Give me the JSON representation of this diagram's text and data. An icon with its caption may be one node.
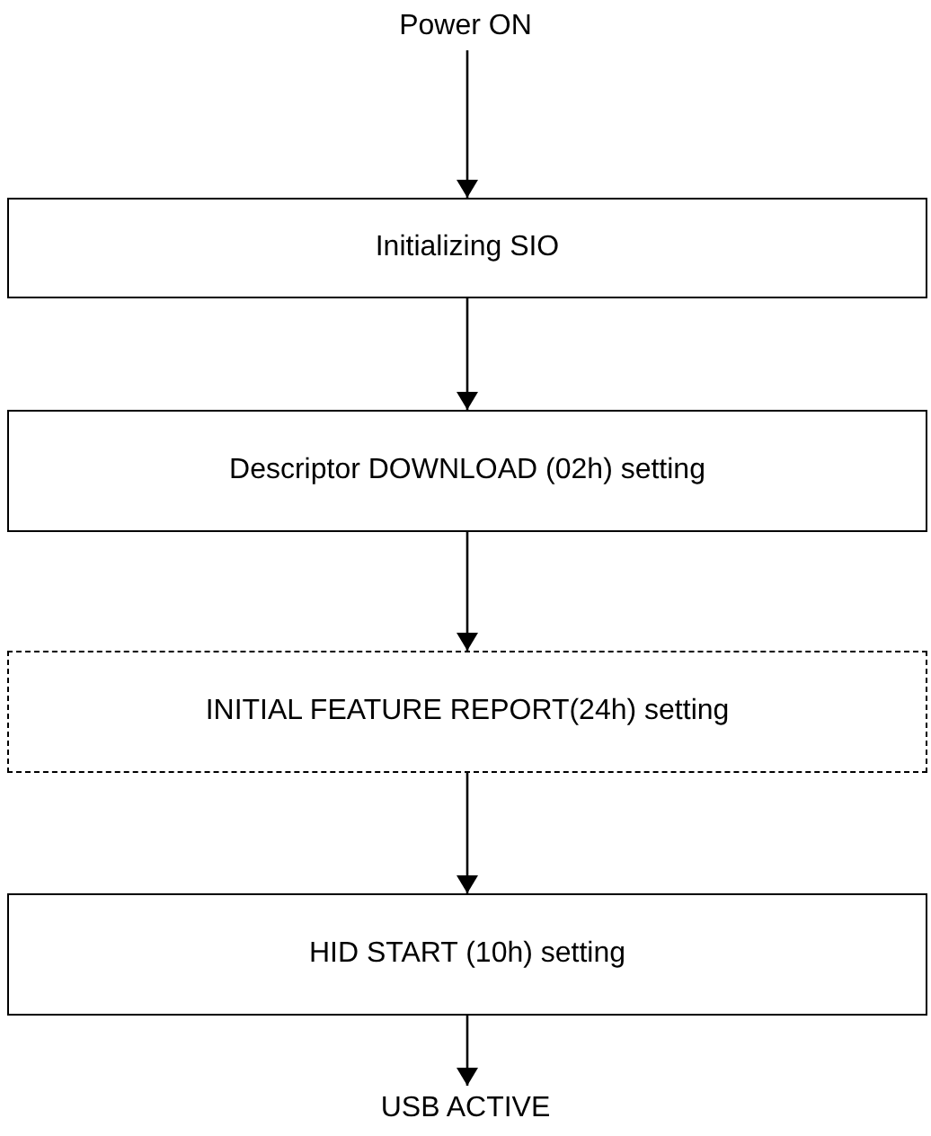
{
  "diagram": {
    "nodes": [
      {
        "text": [
          "Power ON"
        ]
      },
      {
        "text": [
          "Initializing SIO"
        ]
      },
      {
        "text": [
          "Descriptor DOWNLOAD (02h) setting"
        ]
      },
      {
        "text": [
          "INITIAL FEATURE REPORT(24h) setting"
        ]
      },
      {
        "text": [
          "HID START (10h) setting"
        ]
      },
      {
        "text": [
          "USB ACTIVE"
        ]
      }
    ],
    "edges": [
      {
        "from": 0,
        "to": 1,
        "arrow": "to"
      },
      {
        "from": 1,
        "to": 2,
        "arrow": "to"
      },
      {
        "from": 2,
        "to": 3,
        "arrow": "to"
      },
      {
        "from": 3,
        "to": 4,
        "arrow": "to"
      },
      {
        "from": 4,
        "to": 5,
        "arrow": "to"
      }
    ]
  }
}
